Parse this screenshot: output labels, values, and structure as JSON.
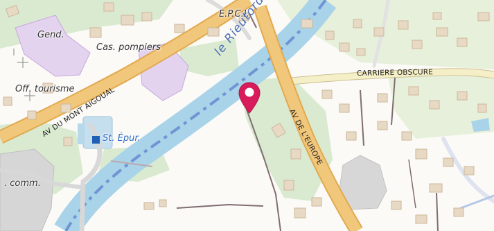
{
  "map": {
    "labels": {
      "epci": "E.P.C.I.",
      "gend": "Gend.",
      "cas_pompiers": "Cas. pompiers",
      "off_tourisme": "Off. tourisme",
      "st_epur": "St. Épur.",
      "comm": ". comm.",
      "river": "le Rieutord",
      "road_aigoual": "AV DU MONT AIGOUAL",
      "road_europe": "AV DE L'EUROPE",
      "road_carriere": "CARRIERE OBSCURE"
    },
    "marker": {
      "icon": "map-pin-icon",
      "color": "#d81b5a"
    },
    "colors": {
      "main_road": "#f1c77c",
      "main_road_casing": "#e2a94f",
      "secondary_road": "#f4efc6",
      "water": "#a9d3e8",
      "water_dash": "#6f95d4",
      "vegetation": "#d6e8c6",
      "building": "#e8d9c5",
      "building_outline": "#cdb79a",
      "public_building": "#e1d1ee",
      "industrial": "#d4d4d4",
      "track": "#806d72"
    }
  }
}
